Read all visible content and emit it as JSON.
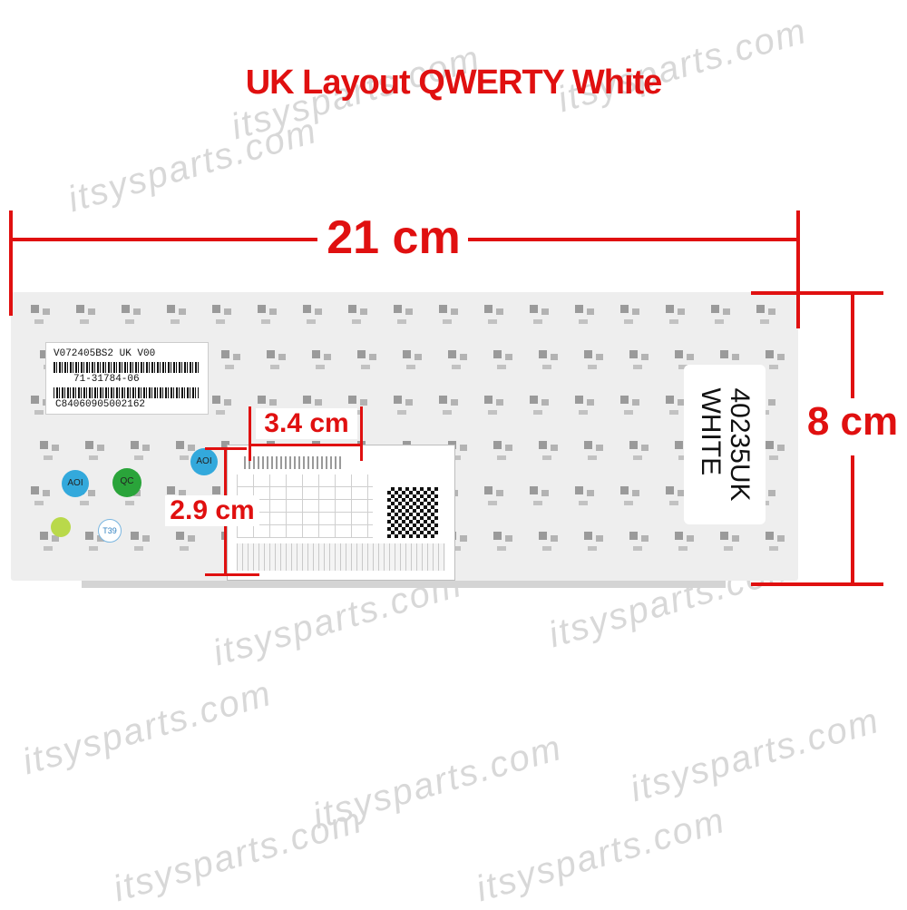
{
  "title": "UK Layout QWERTY White",
  "watermark": "itsysparts.com",
  "dimensions": {
    "width": "21 cm",
    "height": "8 cm",
    "connector_width": "3.4 cm",
    "connector_height": "2.9 cm"
  },
  "labels": {
    "line1": "V072405BS2 UK V00",
    "line2": "71-31784-06",
    "line3": "C84060905002162",
    "side_code": "40235UK",
    "side_color": "WHITE"
  },
  "stickers": {
    "green": "QC",
    "blue": "AOI",
    "small": "T39"
  },
  "colors": {
    "accent": "#e01010",
    "board": "#eeeeee"
  }
}
